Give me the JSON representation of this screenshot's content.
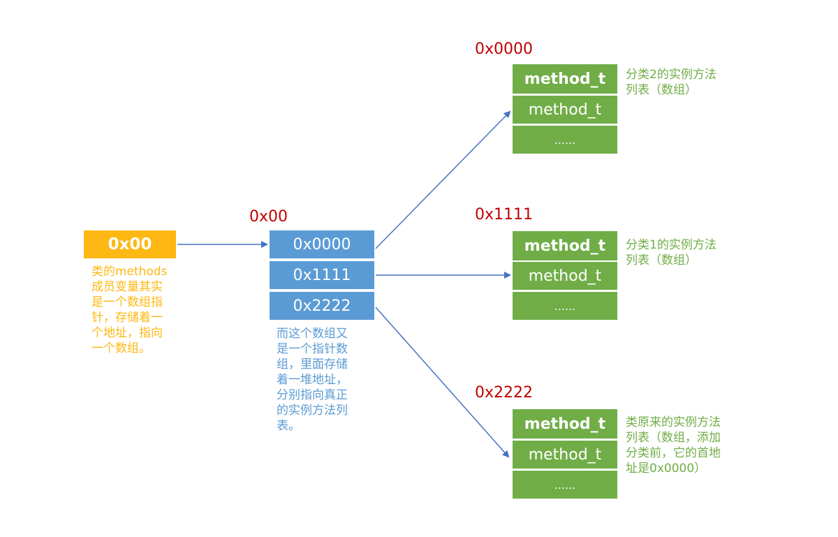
{
  "class_pointer": {
    "label": "0x00",
    "note": "类的methods\n成员变量其实\n是一个数组指\n针，存储着一\n个地址，指向\n一个数组。"
  },
  "pointer_array": {
    "address_label": "0x00",
    "cells": [
      "0x0000",
      "0x1111",
      "0x2222"
    ],
    "note": "而这个数组又\n是一个指针数\n组，里面存储\n着一堆地址，\n分别指向真正\n的实例方法列\n表。"
  },
  "method_lists": [
    {
      "address_label": "0x0000",
      "rows": [
        "method_t",
        "method_t",
        "......"
      ],
      "note": "分类2的实例方法\n列表（数组）"
    },
    {
      "address_label": "0x1111",
      "rows": [
        "method_t",
        "method_t",
        "......"
      ],
      "note": "分类1的实例方法\n列表（数组）"
    },
    {
      "address_label": "0x2222",
      "rows": [
        "method_t",
        "method_t",
        "......"
      ],
      "note": "类原来的实例方法\n列表（数组，添加\n分类前，它的首地\n址是0x0000）"
    }
  ],
  "colors": {
    "pointer": "#FDB813",
    "array": "#5B9BD5",
    "method": "#70AD47",
    "address": "#C00000",
    "arrow": "#4472C4"
  }
}
